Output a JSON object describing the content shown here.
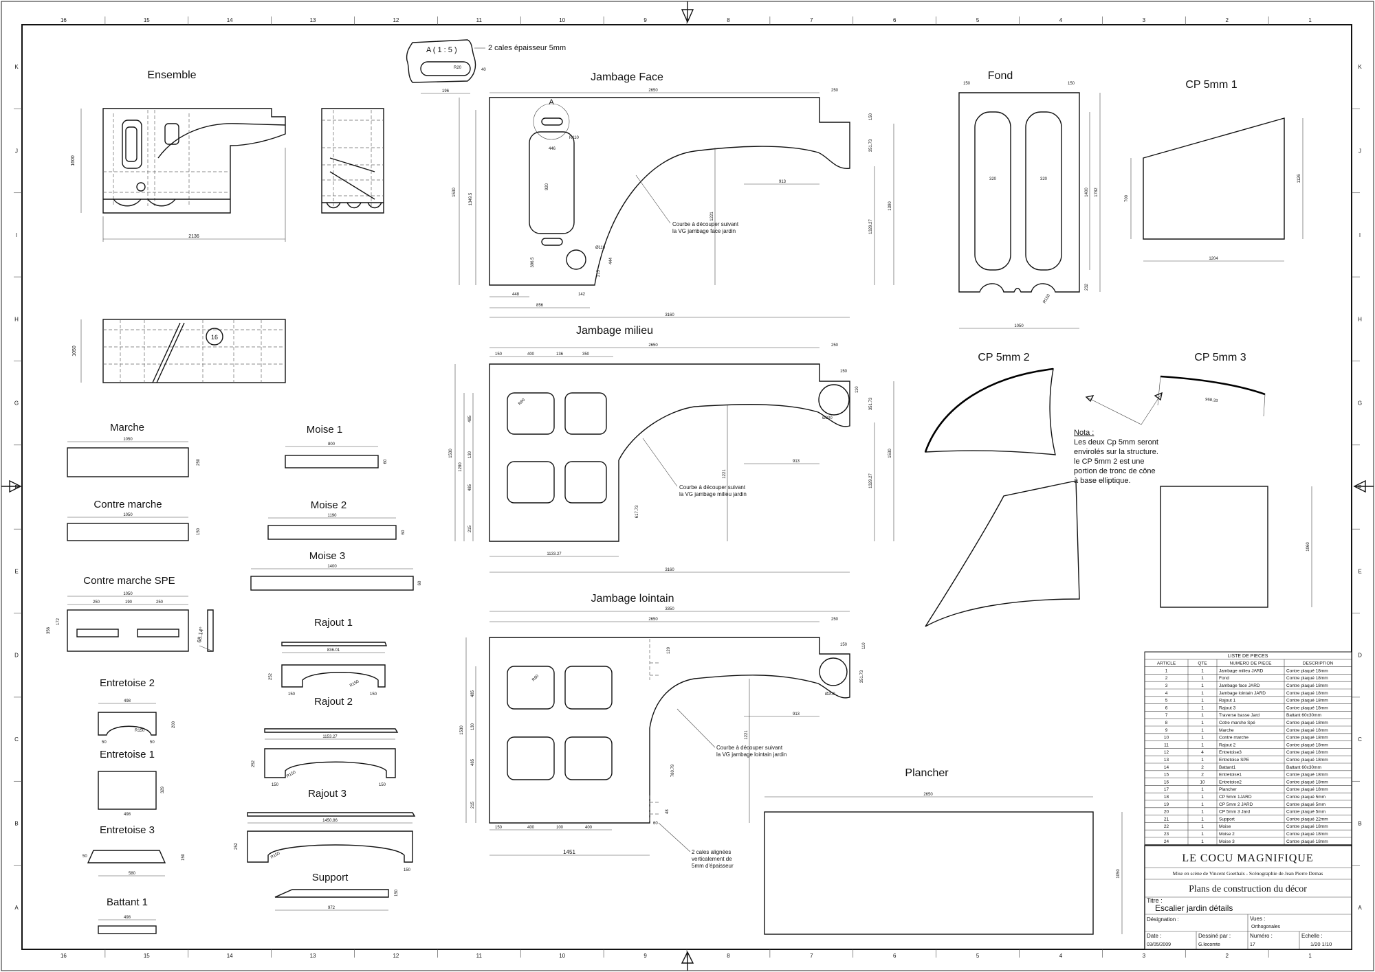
{
  "sheet": {
    "border_cols": [
      "16",
      "15",
      "14",
      "13",
      "12",
      "11",
      "10",
      "9",
      "8",
      "7",
      "6",
      "5",
      "4",
      "3",
      "2",
      "1"
    ],
    "border_rows": [
      "K",
      "J",
      "I",
      "H",
      "G",
      "F",
      "E",
      "D",
      "C",
      "B",
      "A"
    ]
  },
  "views": {
    "ensemble": "Ensemble",
    "jambage_face": "Jambage Face",
    "fond": "Fond",
    "cp5_1": "CP 5mm 1",
    "jambage_milieu": "Jambage milieu",
    "cp5_2": "CP 5mm 2",
    "cp5_3": "CP 5mm 3",
    "marche": "Marche",
    "moise1": "Moise 1",
    "contre_marche": "Contre marche",
    "moise2": "Moise 2",
    "moise3": "Moise 3",
    "contre_marche_spe": "Contre marche SPE",
    "jambage_lointain": "Jambage lointain",
    "rajout1": "Rajout 1",
    "entretoise2": "Entretoise 2",
    "rajout2": "Rajout 2",
    "entretoise1": "Entretoise 1",
    "plancher": "Plancher",
    "rajout3": "Rajout 3",
    "entretoise3": "Entretoise 3",
    "support": "Support",
    "battant1": "Battant 1"
  },
  "detail": {
    "label": "A ( 1 : 5 )",
    "note": "2 cales épaisseur 5mm",
    "marker": "A"
  },
  "notes": {
    "face_curve": [
      "Courbe à découper suivant",
      "la VG jambage face jardin"
    ],
    "milieu_curve": [
      "Courbe à découper suivant",
      "la VG jambage milieu jardin"
    ],
    "lointain_curve": [
      "Courbe à découper suivant",
      "la VG jambage lointain jardin"
    ],
    "cales": [
      "2 cales alignées",
      "verticalement de",
      "5mm d'épaisseur"
    ],
    "nota_title": "Nota :",
    "nota_lines": [
      "Les deux Cp 5mm seront",
      "envirolés sur la structure.",
      "le CP 5mm 2 est une",
      "portion de tronc de cône",
      "à base elliptique."
    ],
    "balloon": "16"
  },
  "dims": {
    "ensemble_w": "2136",
    "ensemble_h": "1600",
    "ensemble_h2": "1050",
    "detail_w": "196",
    "detail_h": "40",
    "detail_r": "R20",
    "face_w": "3160",
    "face_w2": "2650",
    "face_w3": "250",
    "face_h": "1530",
    "face_h2": "1349.5",
    "face_hole_w": "446",
    "face_h3": "920",
    "face_r": "R110",
    "face_d": "Ø110",
    "face_913": "913",
    "face_1221": "1221",
    "face_1390": "1390",
    "face_1329": "1329.27",
    "face_351": "351.73",
    "face_150": "150",
    "face_448": "448",
    "face_142": "142",
    "face_856": "856",
    "face_396": "396.5",
    "face_444": "444",
    "face_215": "215",
    "fond_w": "1050",
    "fond_150": "150",
    "fond_320": "320",
    "fond_h1": "1400",
    "fond_h2": "1782",
    "fond_r": "R150",
    "fond_232": "232",
    "cp1_w": "1204",
    "cp1_h1": "700",
    "cp1_h2": "1126",
    "cp3_len": "968.33",
    "cp_rect_h": "1060",
    "mil_w": "3160",
    "mil_w2": "2650",
    "mil_250": "250",
    "mil_150": "150",
    "mil_400": "400",
    "mil_136": "136",
    "mil_350": "350",
    "mil_1530": "1530",
    "mil_1280": "1280",
    "mil_485": "485",
    "mil_130": "130",
    "mil_215": "215",
    "mil_r": "R60",
    "mil_1133": "1133.27",
    "mil_617": "617.73",
    "mil_1221": "1221",
    "mil_913": "913",
    "mil_1329": "1329.27",
    "mil_351": "351.73",
    "mil_d200": "Ø200",
    "mil_110": "110",
    "march_w": "1050",
    "march_h": "250",
    "moise1_w": "800",
    "moise1_h": "60",
    "cm_w": "1050",
    "cm_h": "150",
    "moise2_w": "1190",
    "moise2_h": "60",
    "moise3_w": "1400",
    "moise3_h": "60",
    "cms_w": "1050",
    "cms_250": "250",
    "cms_190": "190",
    "cms_h": "356",
    "cms_172": "172",
    "cms_ang": "68.14°",
    "loin_w": "3350",
    "loin_w2": "2650",
    "loin_250": "250",
    "loin_150": "150",
    "loin_1451": "1451",
    "loin_1530": "1530",
    "loin_485": "485",
    "loin_130": "130",
    "loin_215": "215",
    "loin_r": "R60",
    "loin_1221": "1221",
    "loin_913": "913",
    "loin_780": "780.79",
    "loin_351": "351.73",
    "loin_d200": "Ø200",
    "loin_60": "60",
    "loin_48": "48",
    "loin_110": "110",
    "loin_120": "120",
    "loin_400": "400",
    "loin_100": "100",
    "raj1_w": "836.01",
    "raj1_h": "252",
    "raj1_150": "150",
    "raj1_r": "R150",
    "ent2_w": "498",
    "ent2_h": "200",
    "ent2_r": "R150",
    "ent2_50": "50",
    "raj2_w": "1153.27",
    "raj2_h": "252",
    "raj2_150": "150",
    "raj2_r": "R150",
    "ent1_w": "498",
    "ent1_h": "329",
    "plan_w": "2650",
    "plan_h": "1050",
    "raj3_w": "1450.86",
    "raj3_h": "252",
    "raj3_r": "R150",
    "raj3_150": "150",
    "ent3_w": "580",
    "ent3_h": "150",
    "ent3_50": "50",
    "sup_w": "972",
    "sup_h": "150",
    "batt_w": "498"
  },
  "parts_list": {
    "title": "LISTE DE PIECES",
    "headers": [
      "ARTICLE",
      "QTE",
      "NUMERO DE PIECE",
      "DESCRIPTION"
    ],
    "rows": [
      [
        "1",
        "1",
        "Jambage milieu JARD",
        "Contre plaqué 18mm"
      ],
      [
        "2",
        "1",
        "Fond",
        "Contre plaqué 18mm"
      ],
      [
        "3",
        "1",
        "Jambage face JARD",
        "Contre plaqué 18mm"
      ],
      [
        "4",
        "1",
        "Jambage lointain JARD",
        "Contre plaqué 18mm"
      ],
      [
        "5",
        "1",
        "Rajout 1",
        "Contre plaqué 18mm"
      ],
      [
        "6",
        "1",
        "Rajout 3",
        "Contre plaqué 18mm"
      ],
      [
        "7",
        "1",
        "Traverse basse Jard",
        "Battant 60x30mm"
      ],
      [
        "8",
        "1",
        "Cotre marche Spé",
        "Contre plaqué 18mm"
      ],
      [
        "9",
        "1",
        "Marche",
        "Contre plaqué 18mm"
      ],
      [
        "10",
        "1",
        "Contre marche",
        "Contre plaqué 18mm"
      ],
      [
        "11",
        "1",
        "Rajout 2",
        "Contre plaqué 18mm"
      ],
      [
        "12",
        "4",
        "Entretoise3",
        "Contre plaqué 18mm"
      ],
      [
        "13",
        "1",
        "Entretoise SPE",
        "Contre plaqué 18mm"
      ],
      [
        "14",
        "2",
        "Battant1",
        "Battant 60x30mm"
      ],
      [
        "15",
        "2",
        "Entretoise1",
        "Contre plaqué 18mm"
      ],
      [
        "16",
        "10",
        "Entretoise2",
        "Contre plaqué 18mm"
      ],
      [
        "17",
        "1",
        "Plancher",
        "Contre plaqué 18mm"
      ],
      [
        "18",
        "1",
        "CP 5mm 1JARD",
        "Contre plaqué 5mm"
      ],
      [
        "19",
        "1",
        "CP 5mm 2 JARD",
        "Contre plaqué 5mm"
      ],
      [
        "20",
        "1",
        "CP 5mm 3 Jard",
        "Contre plaqué 5mm"
      ],
      [
        "21",
        "1",
        "Support",
        "Contre plaqué 22mm"
      ],
      [
        "22",
        "1",
        "Moise",
        "Contre plaqué 18mm"
      ],
      [
        "23",
        "1",
        "Moise 2",
        "Contre plaqué 18mm"
      ],
      [
        "24",
        "1",
        "Moise 3",
        "Contre plaqué 18mm"
      ]
    ]
  },
  "title_block": {
    "company": "LE COCU MAGNIFIQUE",
    "credits": "Mise en scène de Vincent Goethals - Scénographie de Jean Pierre Demas",
    "plan_title": "Plans de construction du décor",
    "titre_label": "Titre :",
    "titre_value": "Escalier jardin détails",
    "designation_label": "Désignation :",
    "vues_label": "Vues :",
    "vues_value": "Orthogonales",
    "date_label": "Date :",
    "date_value": "03/05/2009",
    "dessine_label": "Dessiné par :",
    "dessine_value": "G.lecomte",
    "numero_label": "Numéro :",
    "numero_value": "17",
    "echelle_label": "Echelle :",
    "echelle_value": "1/20  1/10"
  }
}
